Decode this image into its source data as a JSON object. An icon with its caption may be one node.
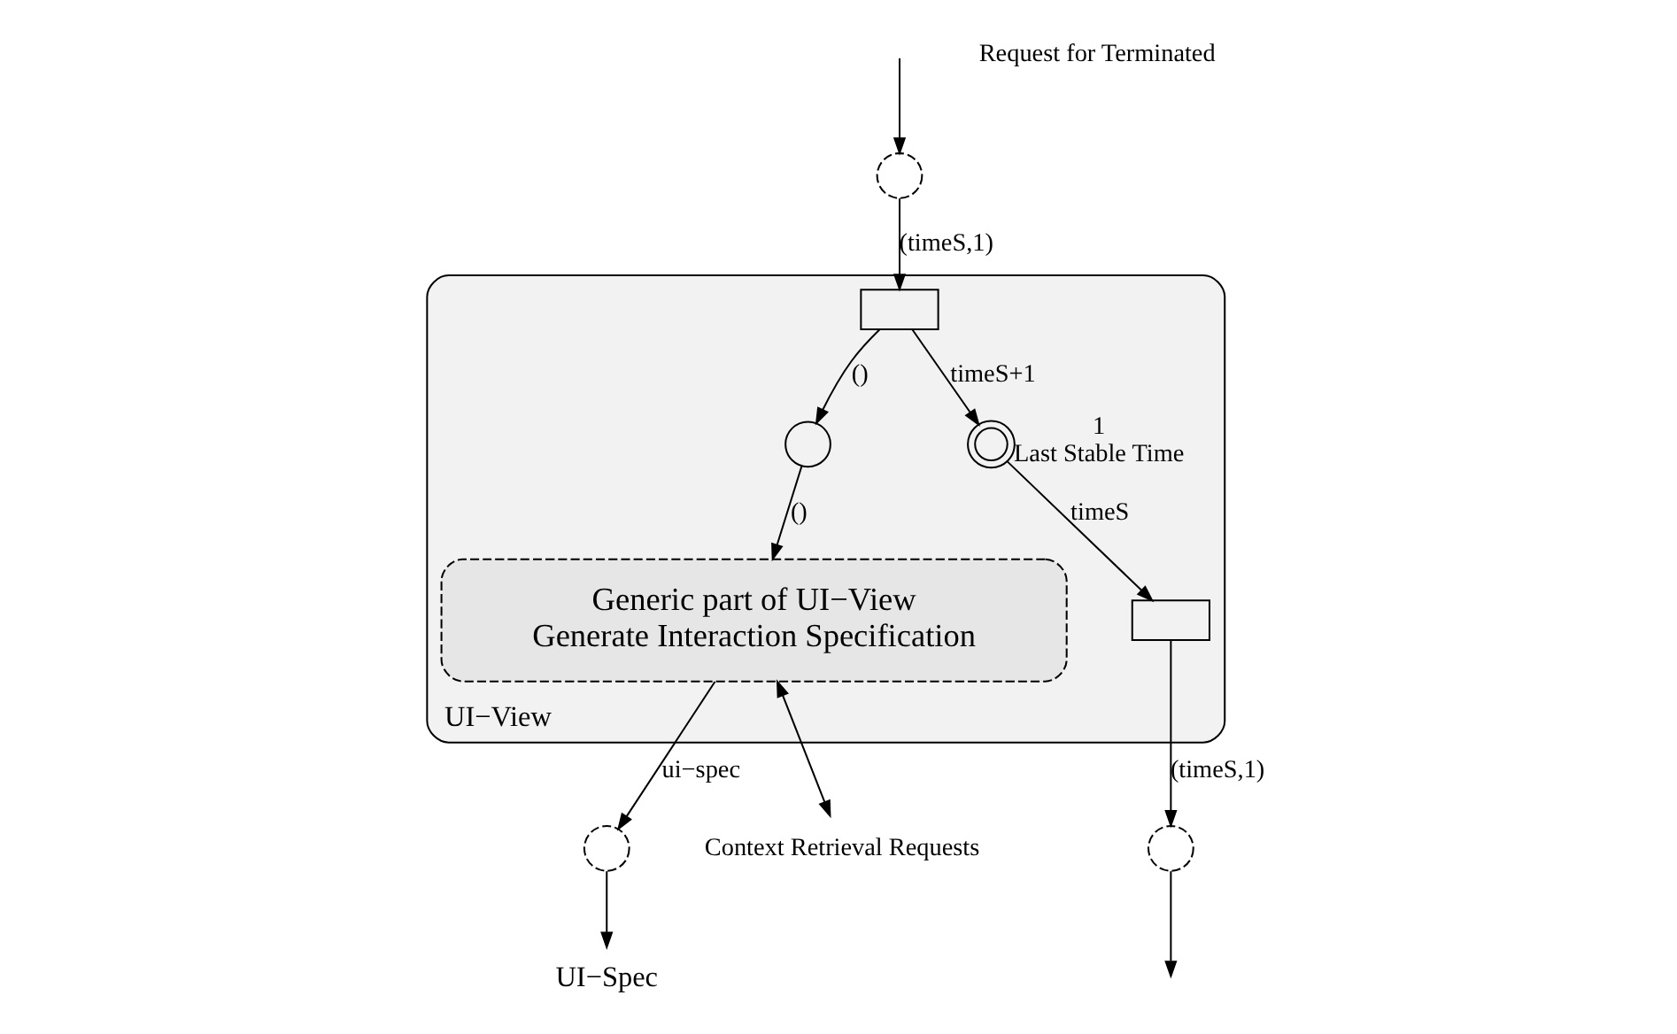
{
  "diagram": {
    "nodes": [
      {
        "text": [
          "UI−View"
        ]
      },
      {
        "text": [
          "Generic part of UI−View",
          "Generate Interaction Specification"
        ],
        "in": 0
      },
      {
        "text": [],
        "shape": "circle",
        "in": 0
      },
      {
        "text": [],
        "shape": "box",
        "in": 0
      },
      {
        "text": [],
        "shape": "box",
        "in": 0
      },
      {
        "text": [
          "Last Stable Time"
        ],
        "beside": [
          "1"
        ],
        "in": 0
      },
      {
        "text": [],
        "shape": "circle"
      },
      {
        "text": [],
        "shape": "circle"
      },
      {
        "text": [],
        "shape": "circle"
      },
      {
        "text": [
          "Context Retrieval Requests"
        ]
      },
      {
        "text": [
          "UI−Spec"
        ]
      }
    ],
    "edges": [
      {
        "from": 1,
        "to": 8,
        "arrow": "to",
        "label": "ui−spec"
      },
      {
        "from": 3,
        "to": 2,
        "arrow": "to",
        "label": "()"
      },
      {
        "from": 2,
        "to": 1,
        "arrow": "to",
        "label": "()"
      },
      {
        "from": 6,
        "to": 3,
        "arrow": "to",
        "label": "(timeS,1)"
      },
      {
        "from": 3,
        "to": 5,
        "arrow": "to",
        "label": "timeS+1"
      },
      {
        "from": 5,
        "to": 4,
        "arrow": "to",
        "label": "timeS"
      },
      {
        "from": 4,
        "to": 7,
        "arrow": "to",
        "label": "(timeS,1)"
      },
      {
        "from": null,
        "to": 6,
        "arrow": "to"
      },
      {
        "from": 7,
        "to": null,
        "arrow": "to"
      },
      {
        "from": 8,
        "to": 10,
        "arrow": "to"
      },
      {
        "from": 1,
        "to": 9,
        "arrow": "both"
      }
    ],
    "labels": [
      "Request for Terminated"
    ]
  }
}
